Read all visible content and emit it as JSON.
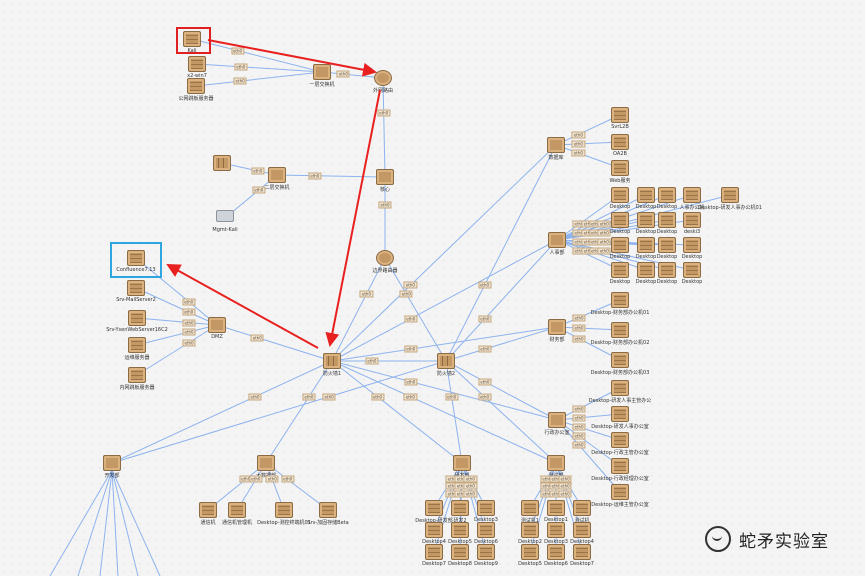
{
  "diagram": {
    "node_labels": {
      "kali": "Kali",
      "x2": "x2-win7",
      "admin_server": "公网跳板服务器",
      "dmz1": "一层交换机",
      "ext_router": "外网路由",
      "sw2": "二层交换机",
      "mgmt_kali": "Mgmt-Kali",
      "core": "核心",
      "border": "边界路由器",
      "confluence": "Confluence7.13",
      "mailserver": "Srv-MailServer2",
      "web_server": "Srv-YsenWebServer16C2",
      "ops_server": "运维服务器",
      "internal_server": "内网跳板服务器",
      "dmz2": "DMZ",
      "fw1": "防火墙1",
      "fw2": "防火墙2",
      "db": "数据库",
      "sql1": "SvrL2B",
      "sql2": "OA2B",
      "sql3": "Web服务",
      "hr": "人事部",
      "finance": "财务部",
      "office": "行政办公室",
      "sales": "开发部",
      "rnd": "研发部",
      "test": "测试部",
      "bigdata": "大数据部",
      "b_pc1": "通信机",
      "b_pc2": "通信机管理机",
      "b_pc3": "Desktop-测控终端机01",
      "b_pc4": "Srv-加固存储Beta"
    },
    "hr_pc_labels": [
      "Desktop",
      "Desktop",
      "Desktop",
      "人事办公机",
      "Desktop-研发人事办公机01",
      "Desktop",
      "Desktop",
      "Desktop",
      "deski3",
      "Desktop",
      "Desktop",
      "Desktop",
      "Desktop",
      "Desktop",
      "Desktop",
      "Desktop",
      "Desktop"
    ],
    "fin_pc_labels": [
      "Desktop-财务部办公机01",
      "Desktop-财务部办公机02",
      "Desktop-财务部办公机03"
    ],
    "office_pc_labels": [
      "Desktop-研发人事主管办公",
      "Desktop-研发人事办公室",
      "Desktop-行政主管办公室",
      "Desktop-行政经理办公室",
      "Desktop-运维主管办公室"
    ],
    "rnd_pc_labels": [
      "Desktop-研发部",
      "研发2",
      "Desktop3",
      "Desktop4",
      "Desktop5",
      "Desktop6",
      "Desktop7",
      "Desktop8",
      "Desktop9"
    ],
    "test_pc_labels": [
      "测试机1",
      "Desktop1",
      "测试机",
      "Desktop2",
      "Desktop3",
      "Desktop4",
      "Desktop5",
      "Desktop6",
      "Desktop7"
    ],
    "link_tag": "eth0"
  },
  "watermark": {
    "text": "蛇矛实验室"
  },
  "colors": {
    "link": "#8db3ee",
    "arrow": "#e82020",
    "box_red": "#e02020",
    "box_blue": "#2fa6e0",
    "node": "#b98a55"
  }
}
